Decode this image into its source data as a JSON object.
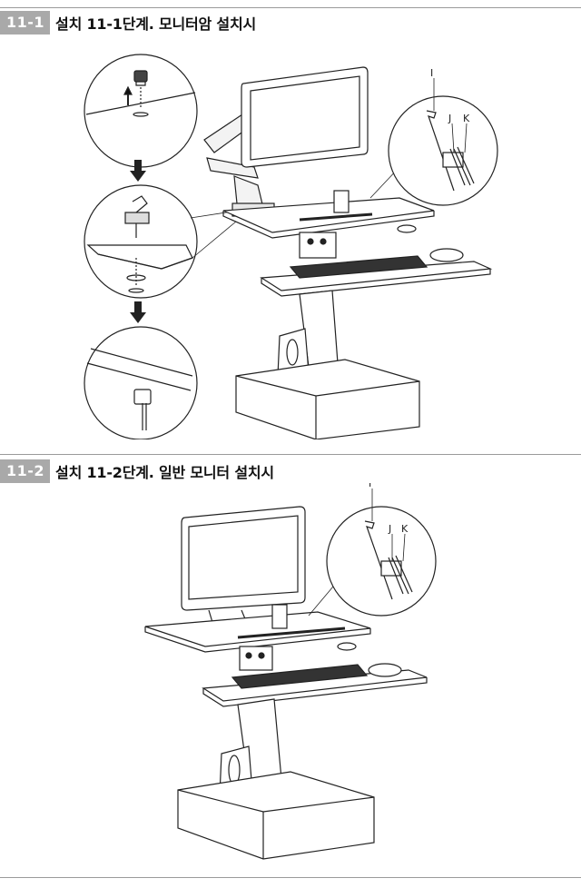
{
  "sections": [
    {
      "badge": "11-1",
      "title": "설치 11-1단계. 모니터암 설치시"
    },
    {
      "badge": "11-2",
      "title": "설치 11-2단계. 일반 모니터 설치시"
    }
  ],
  "callout_labels": {
    "i": "I",
    "j": "J",
    "k": "K"
  }
}
